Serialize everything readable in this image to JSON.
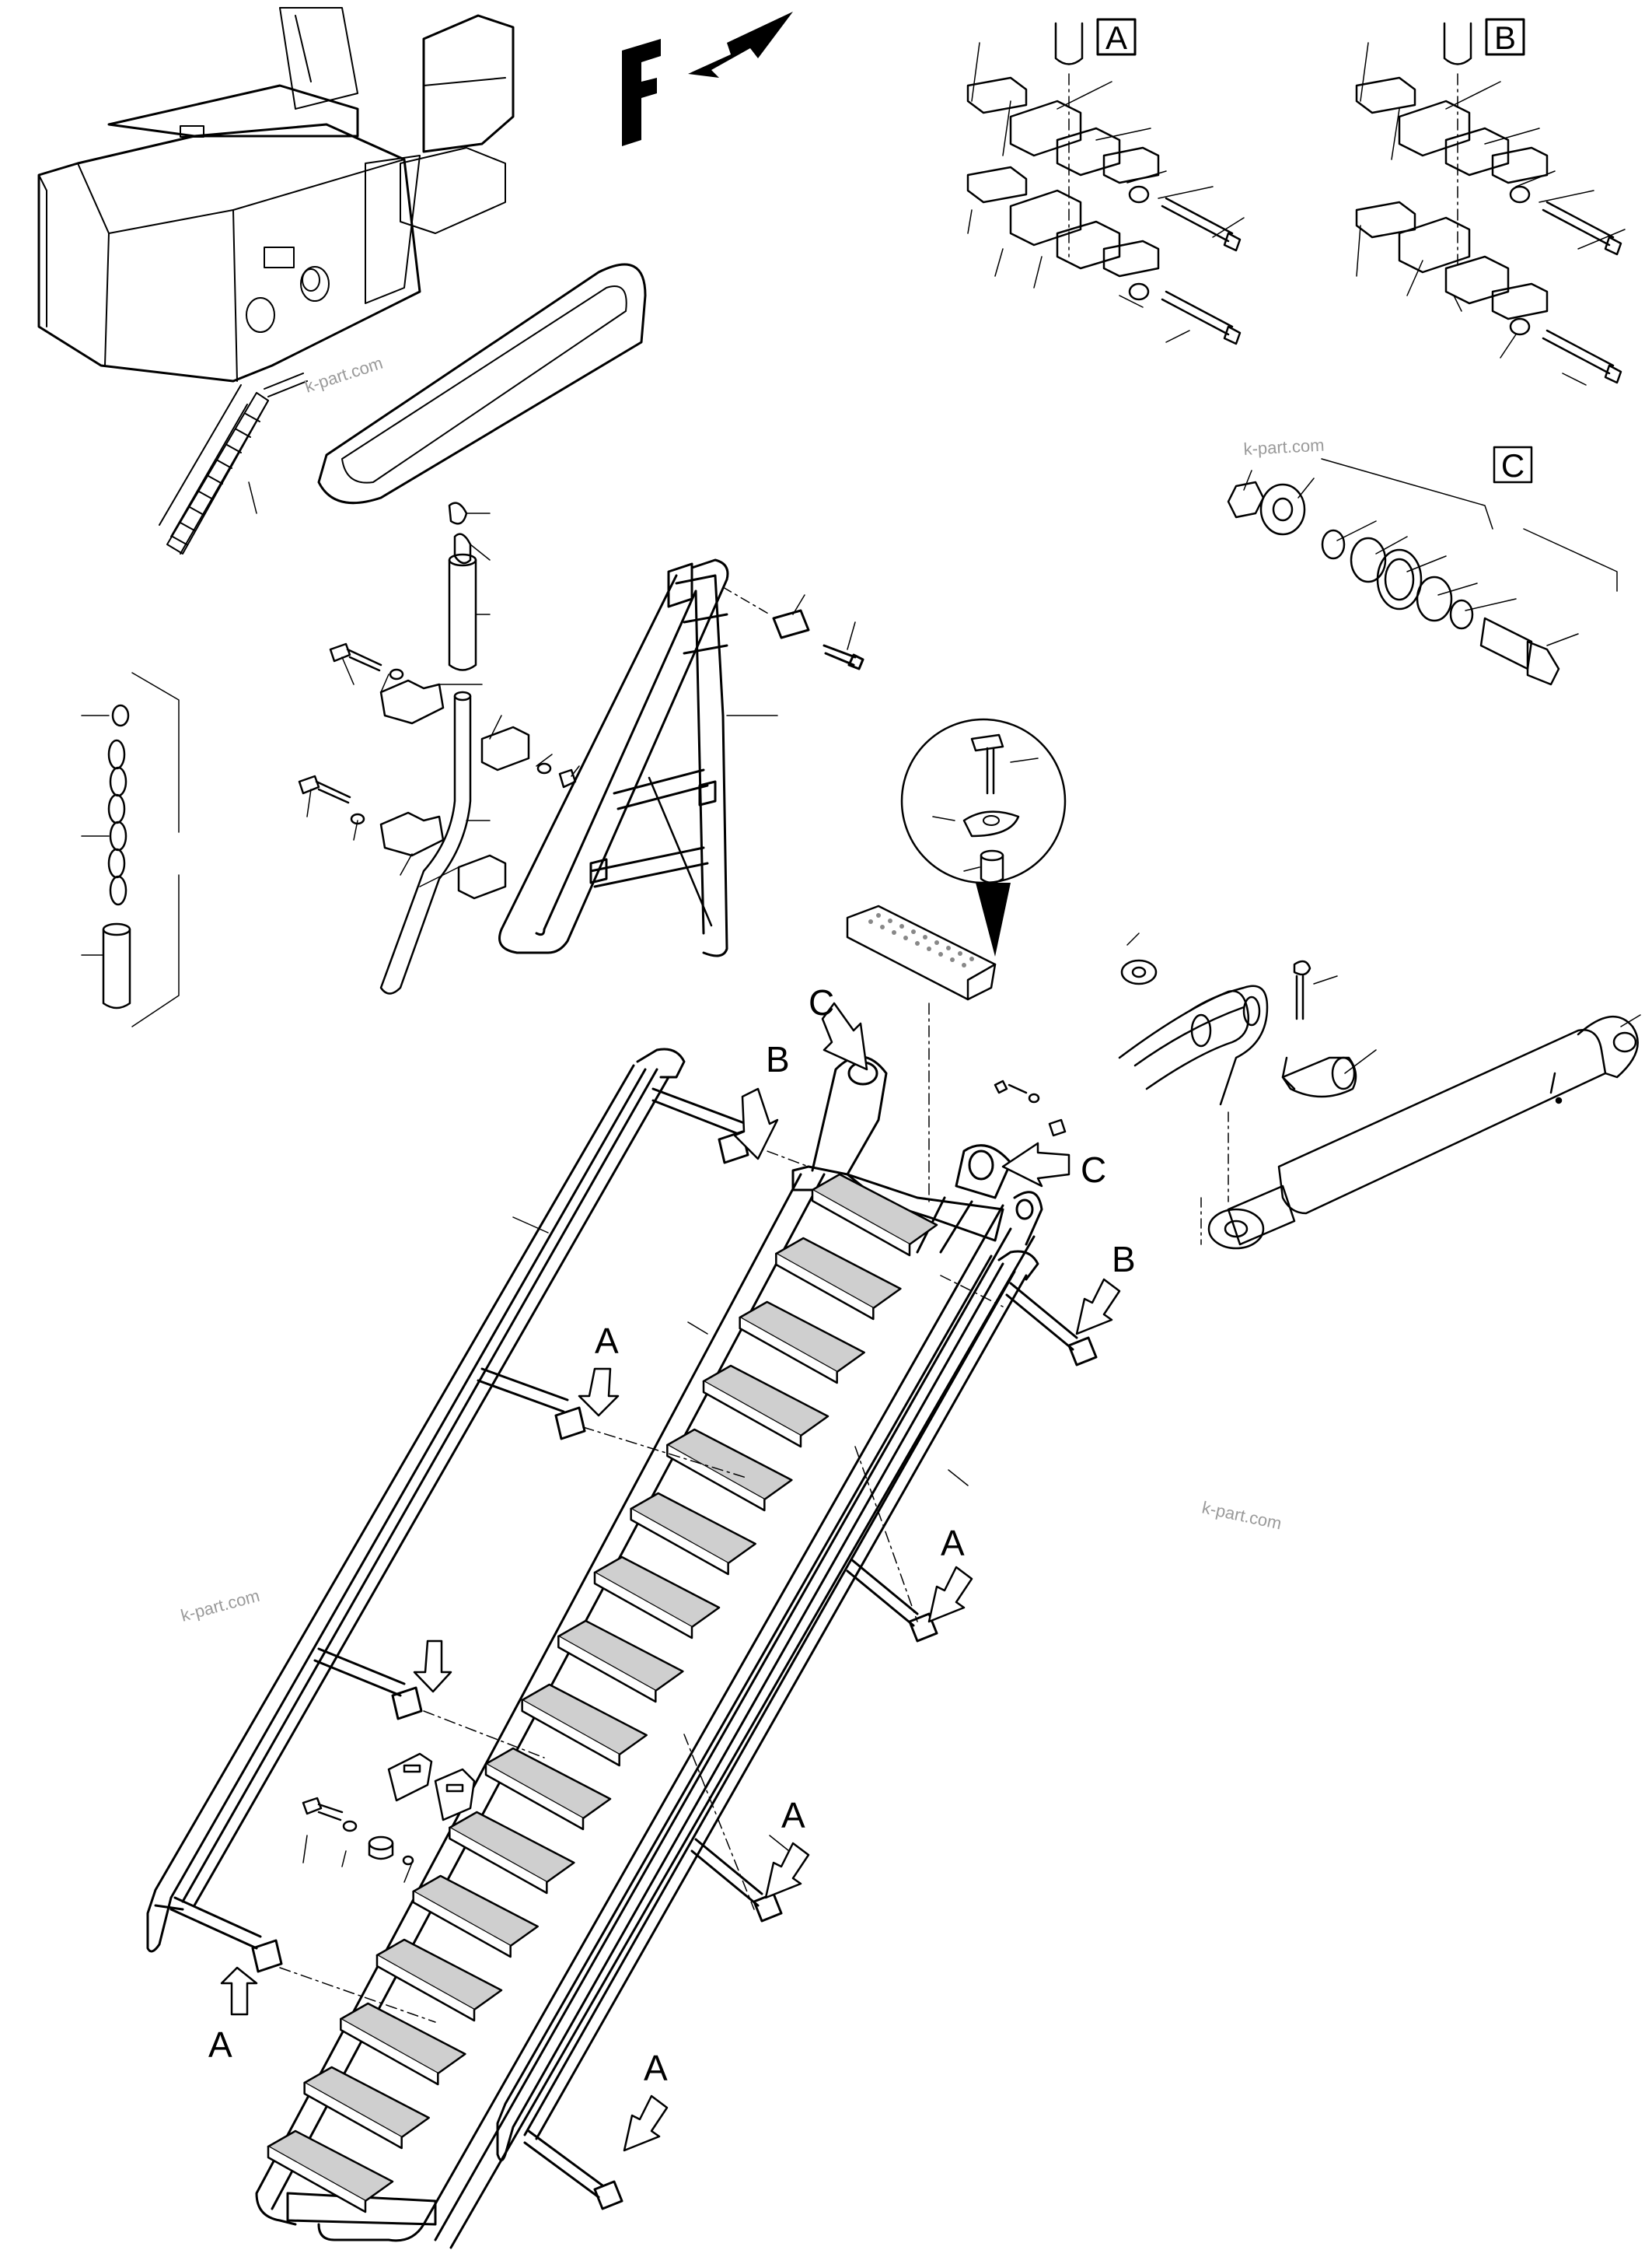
{
  "direction_label": "F",
  "detail_labels": {
    "a": "A",
    "b": "B",
    "c": "C"
  },
  "arrow_labels": {
    "b_top": "B",
    "c_left": "C",
    "c_right": "C",
    "b_right": "B",
    "a_upper": "A",
    "a_right": "A",
    "a_lower_right": "A",
    "a_bottom_left": "A",
    "a_bottom_right": "A"
  },
  "watermarks": [
    "k-part.com",
    "k-part.com",
    "k-part.com",
    "k-part.com"
  ],
  "colors": {
    "line": "#000000",
    "tread": "#cfcfcf",
    "paper": "#ffffff"
  }
}
